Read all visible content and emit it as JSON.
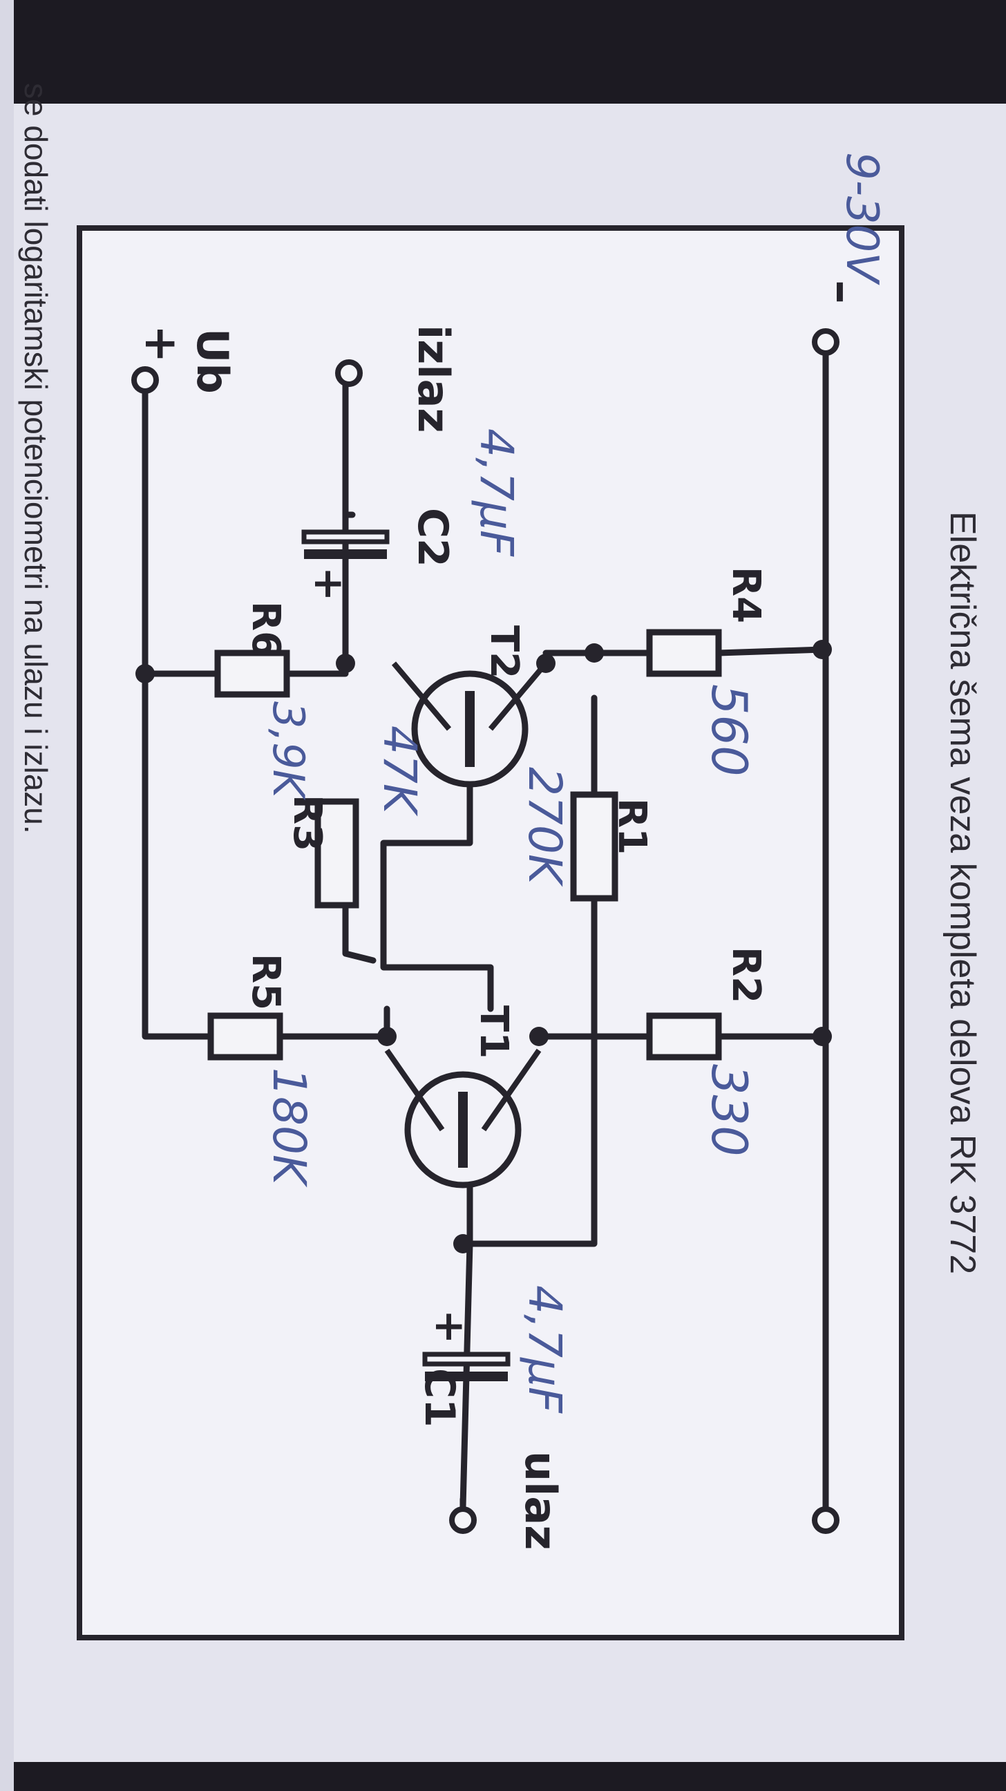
{
  "page": {
    "top_text_line1": "se dodati logaritamski potenciometri na ulazu i izlazu.",
    "top_text_line2": "se dodati logaritamski potenciometri na ulazu i izlazu.",
    "caption": "Električna šema veza kompleta delova RK 3772",
    "corner_note": "9-30V"
  },
  "schematic": {
    "labels": {
      "input": "ulaz",
      "output": "izlaz",
      "supply": "Ub",
      "plus_terminal": "+",
      "minus_terminal": "–",
      "c1": "C1",
      "c2": "C2",
      "c1_polarity": "+",
      "c2_polarity": "+",
      "r1": "R1",
      "r2": "R2",
      "r3": "R3",
      "r4": "R4",
      "r5": "R5",
      "r6": "R6",
      "t1": "T1",
      "t2": "T2"
    },
    "handwritten_values": {
      "c1": "4,7μF",
      "c2": "4,7μF",
      "r1": "270K",
      "r2": "330",
      "r3": "47K",
      "r4": "560",
      "r5": "180K",
      "r6": "3,9K"
    }
  },
  "colors": {
    "ink": "#26242c",
    "handwriting": "#4a5a9a",
    "paper": "#e8e8f0"
  }
}
